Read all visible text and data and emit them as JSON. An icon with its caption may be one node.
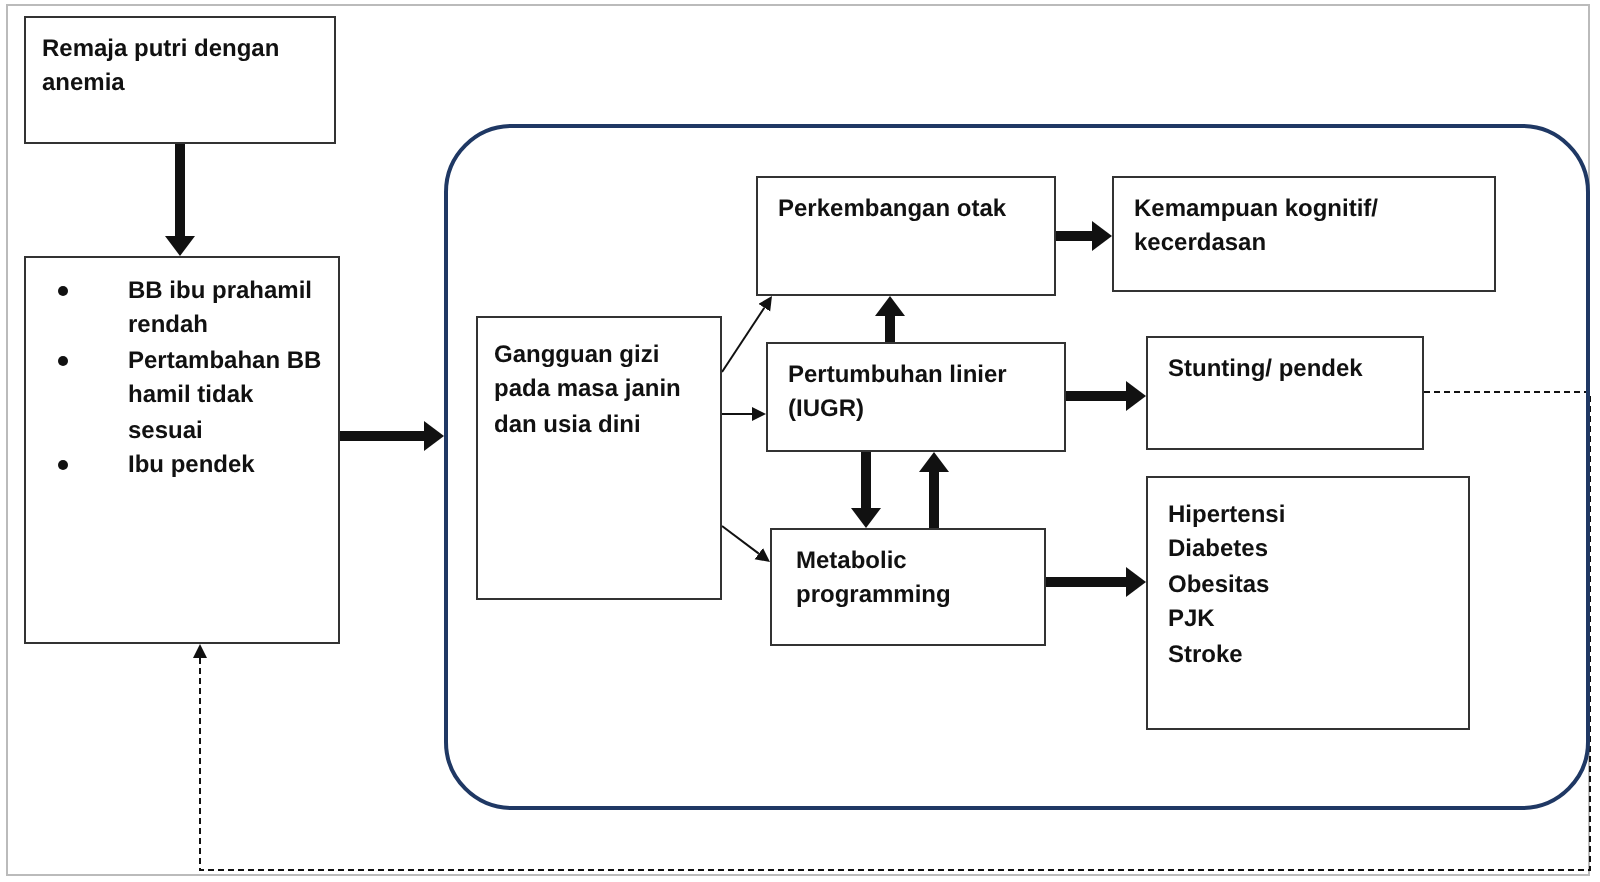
{
  "diagram": {
    "nodes": [
      {
        "text": [
          "Remaja putri dengan anemia"
        ]
      },
      {
        "text": [
          "BB ibu prahamil rendah",
          "Pertambahan BB hamil tidak sesuai",
          "Ibu pendek"
        ]
      },
      {
        "text": [],
        "shape": "box"
      },
      {
        "text": [
          "Gangguan gizi pada masa janin dan usia dini"
        ],
        "in": 2
      },
      {
        "text": [
          "Perkembangan otak"
        ],
        "in": 2
      },
      {
        "text": [
          "Kemampuan kognitif/ kecerdasan"
        ],
        "in": 2
      },
      {
        "text": [
          "Pertumbuhan linier (IUGR)"
        ],
        "in": 2
      },
      {
        "text": [
          "Stunting/ pendek"
        ],
        "in": 2
      },
      {
        "text": [
          "Metabolic programming"
        ],
        "in": 2
      },
      {
        "text": [
          "Hipertensi",
          "Diabetes",
          "Obesitas",
          "PJK",
          "Stroke"
        ],
        "in": 2
      }
    ],
    "edges": [
      {
        "from": 0,
        "to": 1,
        "arrow": "to"
      },
      {
        "from": 1,
        "to": 2,
        "arrow": "to"
      },
      {
        "from": 3,
        "to": 4,
        "arrow": "to"
      },
      {
        "from": 3,
        "to": 6,
        "arrow": "to"
      },
      {
        "from": 3,
        "to": 8,
        "arrow": "to"
      },
      {
        "from": 6,
        "to": 4,
        "arrow": "to"
      },
      {
        "from": 4,
        "to": 5,
        "arrow": "to"
      },
      {
        "from": 6,
        "to": 7,
        "arrow": "to"
      },
      {
        "from": 6,
        "to": 8,
        "arrow": "to"
      },
      {
        "from": 8,
        "to": 6,
        "arrow": "to"
      },
      {
        "from": 8,
        "to": 9,
        "arrow": "to"
      },
      {
        "from": 7,
        "to": 1,
        "arrow": "to",
        "style": "dashed"
      }
    ]
  }
}
